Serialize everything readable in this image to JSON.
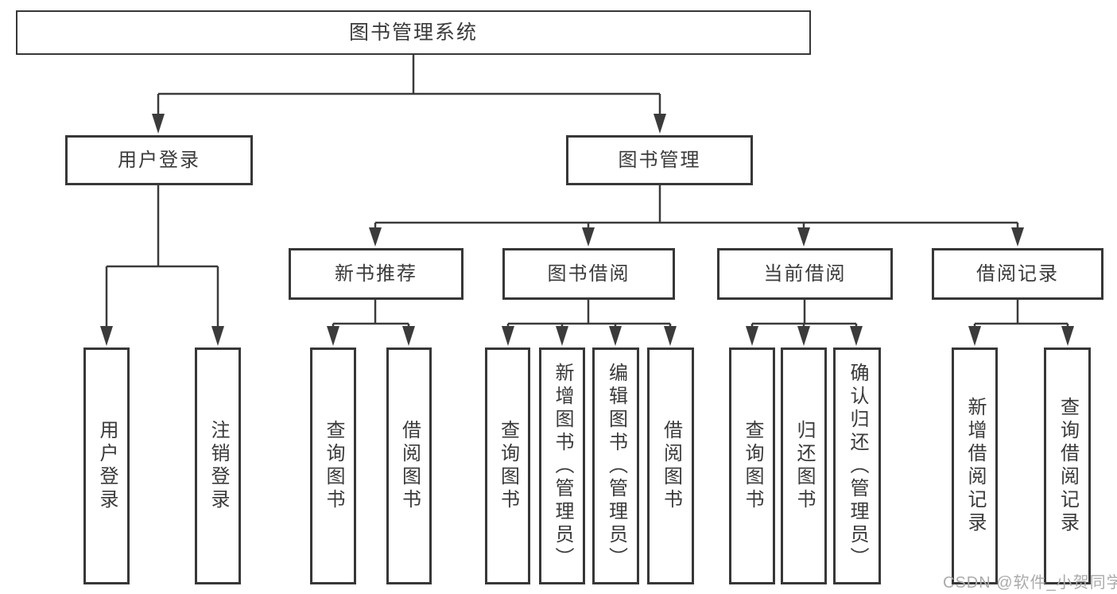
{
  "watermark": "CSDN @软件_小贺同学",
  "colors": {
    "line": "#3b3b3b",
    "border": "#373737",
    "text": "#3a3a3a",
    "background": "#ffffff",
    "watermark": "#ababab"
  },
  "nodes": {
    "root": "图书管理系统",
    "level2": [
      "用户登录",
      "图书管理"
    ],
    "level3": [
      "新书推荐",
      "图书借阅",
      "当前借阅",
      "借阅记录"
    ],
    "leaves": {
      "login": [
        "用户登录",
        "注销登录"
      ],
      "recommend": [
        "查询图书",
        "借阅图书"
      ],
      "borrow": [
        "查询图书",
        "新增图书（管理员）",
        "编辑图书（管理员）",
        "借阅图书"
      ],
      "current": [
        "查询图书",
        "归还图书",
        "确认归还（管理员）"
      ],
      "records": [
        "新增借阅记录",
        "查询借阅记录"
      ]
    }
  }
}
